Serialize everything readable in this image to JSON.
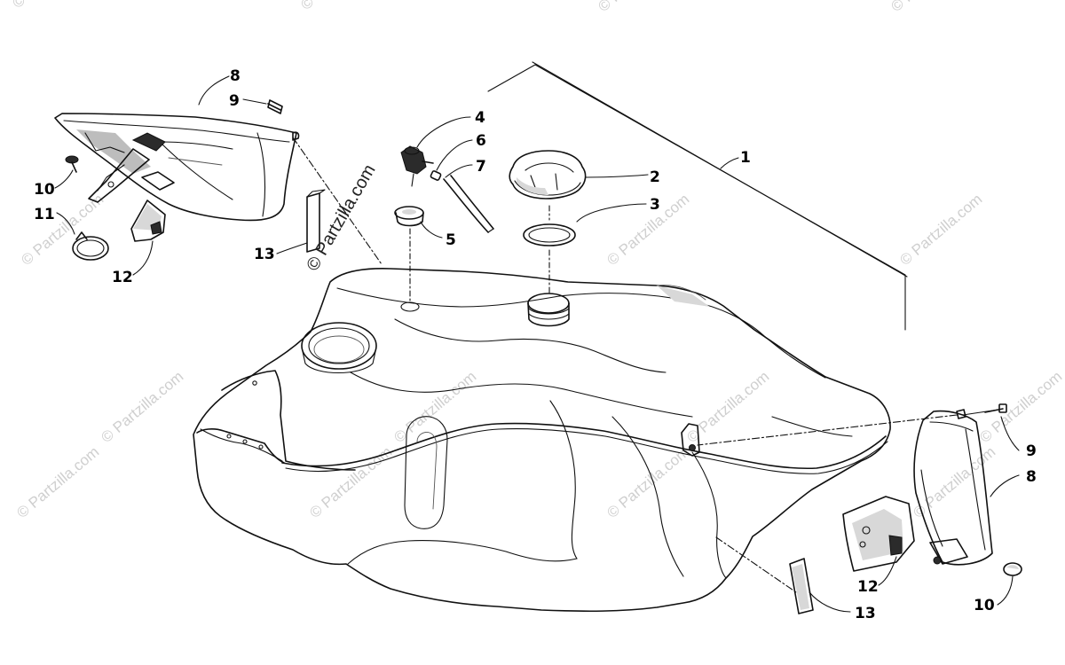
{
  "watermark": {
    "text": "© Partzilla.com",
    "color": "#cfcfcf",
    "center_color": "#222222"
  },
  "callouts": [
    {
      "id": "c1",
      "label": "1"
    },
    {
      "id": "c2",
      "label": "2"
    },
    {
      "id": "c3",
      "label": "3"
    },
    {
      "id": "c4",
      "label": "4"
    },
    {
      "id": "c5",
      "label": "5"
    },
    {
      "id": "c6",
      "label": "6"
    },
    {
      "id": "c7",
      "label": "7"
    },
    {
      "id": "c8l",
      "label": "8"
    },
    {
      "id": "c9l",
      "label": "9"
    },
    {
      "id": "c10l",
      "label": "10"
    },
    {
      "id": "c11",
      "label": "11"
    },
    {
      "id": "c12l",
      "label": "12"
    },
    {
      "id": "c13l",
      "label": "13"
    },
    {
      "id": "c8r",
      "label": "8"
    },
    {
      "id": "c9r",
      "label": "9"
    },
    {
      "id": "c10r",
      "label": "10"
    },
    {
      "id": "c12r",
      "label": "12"
    },
    {
      "id": "c13r",
      "label": "13"
    }
  ]
}
